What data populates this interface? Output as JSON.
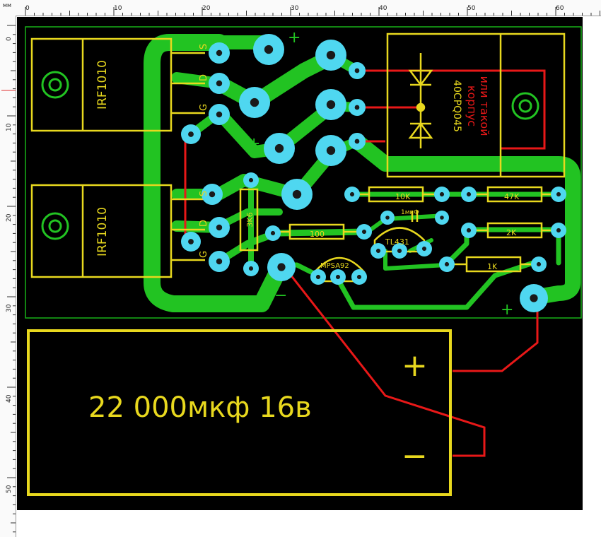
{
  "ruler": {
    "unit": "мм",
    "top_labels": [
      "0",
      "10",
      "20",
      "30",
      "40",
      "50",
      "60"
    ],
    "left_labels": [
      "0",
      "10",
      "20",
      "30",
      "40",
      "50"
    ]
  },
  "components": {
    "q1_label": "IRF1010",
    "q2_label": "IRF1010",
    "q1_pins": [
      "S",
      "D",
      "G"
    ],
    "q2_pins": [
      "S",
      "D",
      "G"
    ],
    "diode_label": "40CPQ045",
    "diode_note_line1": "или такой",
    "diode_note_line2": "корпус",
    "r_10k": "10K",
    "r_47k": "47K",
    "r_2k": "2K",
    "r_1k": "1K",
    "r_100": "100",
    "r_3k6": "3K6",
    "c_1uf": "1мкФ",
    "u_tl431": "TL431",
    "q_mpsa92": "MPSA92",
    "big_cap_label": "22 000мкф 16в",
    "big_cap_plus": "+",
    "big_cap_minus": "−",
    "plus_mark": "+",
    "minus_mark": "−"
  },
  "colors": {
    "board": "#000000",
    "copper": "#22c322",
    "pad": "#4fd7f0",
    "silk": "#e8d81e",
    "wire": "#e81818",
    "outline": "#18b018"
  }
}
